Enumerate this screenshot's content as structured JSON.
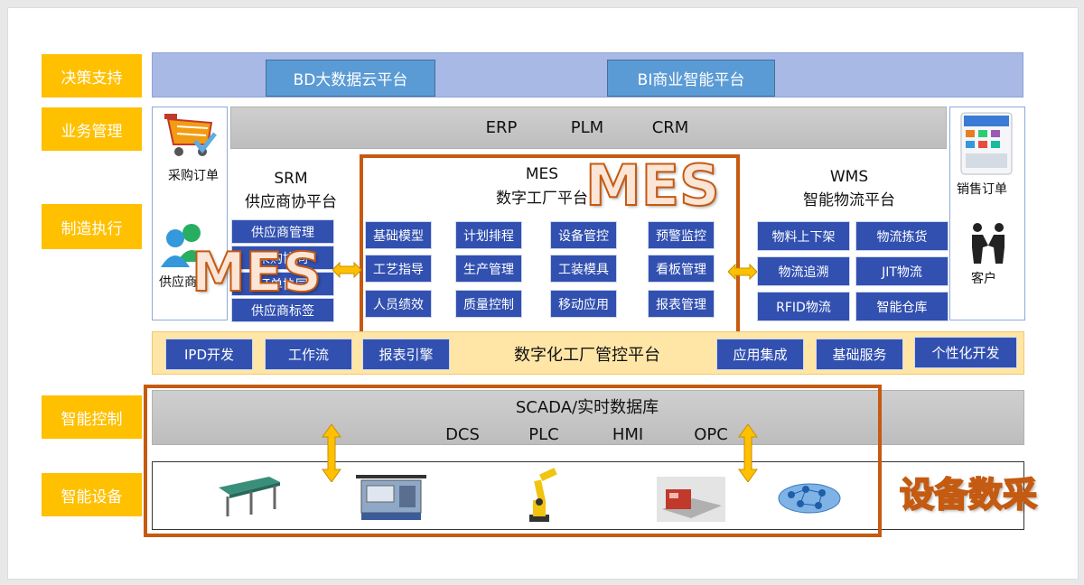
{
  "layers": {
    "decision": "决策支持",
    "business": "业务管理",
    "manufacturing": "制造执行",
    "control": "智能控制",
    "devices": "智能设备"
  },
  "decision_band": {
    "bd": "BD大数据云平台",
    "bi": "BI商业智能平台"
  },
  "business_bar": {
    "erp": "ERP",
    "plm": "PLM",
    "crm": "CRM"
  },
  "left_panel": {
    "purchase_order": "采购订单",
    "supplier": "供应商",
    "purchase_icon": "shopping-cart-icon",
    "supplier_icon": "users-icon"
  },
  "right_panel": {
    "sales_order": "销售订单",
    "customer": "客户",
    "sales_icon": "mobile-app-icon",
    "customer_icon": "handshake-icon"
  },
  "srm": {
    "title1": "SRM",
    "title2": "供应商协平台",
    "items": [
      "供应商管理",
      "采购协同",
      "订单协同",
      "供应商标签"
    ]
  },
  "mes": {
    "title1": "MES",
    "title2": "数字工厂平台",
    "items": [
      "基础模型",
      "计划排程",
      "设备管控",
      "预警监控",
      "工艺指导",
      "生产管理",
      "工装模具",
      "看板管理",
      "人员绩效",
      "质量控制",
      "移动应用",
      "报表管理"
    ]
  },
  "wms": {
    "title1": "WMS",
    "title2": "智能物流平台",
    "items": [
      "物料上下架",
      "物流拣货",
      "物流追溯",
      "JIT物流",
      "RFID物流",
      "智能仓库"
    ]
  },
  "platform": {
    "title": "数字化工厂管控平台",
    "left": [
      "IPD开发",
      "工作流",
      "报表引擎"
    ],
    "right": [
      "应用集成",
      "基础服务",
      "个性化开发"
    ]
  },
  "scada": {
    "title": "SCADA/实时数据库",
    "items": [
      "DCS",
      "PLC",
      "HMI",
      "OPC"
    ]
  },
  "devices": {
    "icons": [
      "conveyor-icon",
      "cnc-machine-icon",
      "robot-arm-icon",
      "cutting-machine-icon",
      "cloud-network-icon"
    ]
  },
  "overlays": {
    "mes_big": "MES",
    "mes_overlay": "MES",
    "equipment_collect": "设备数采"
  },
  "colors": {
    "layer_label": "#ffc000",
    "highlight": "#c55a11",
    "button": "#4472c4"
  }
}
